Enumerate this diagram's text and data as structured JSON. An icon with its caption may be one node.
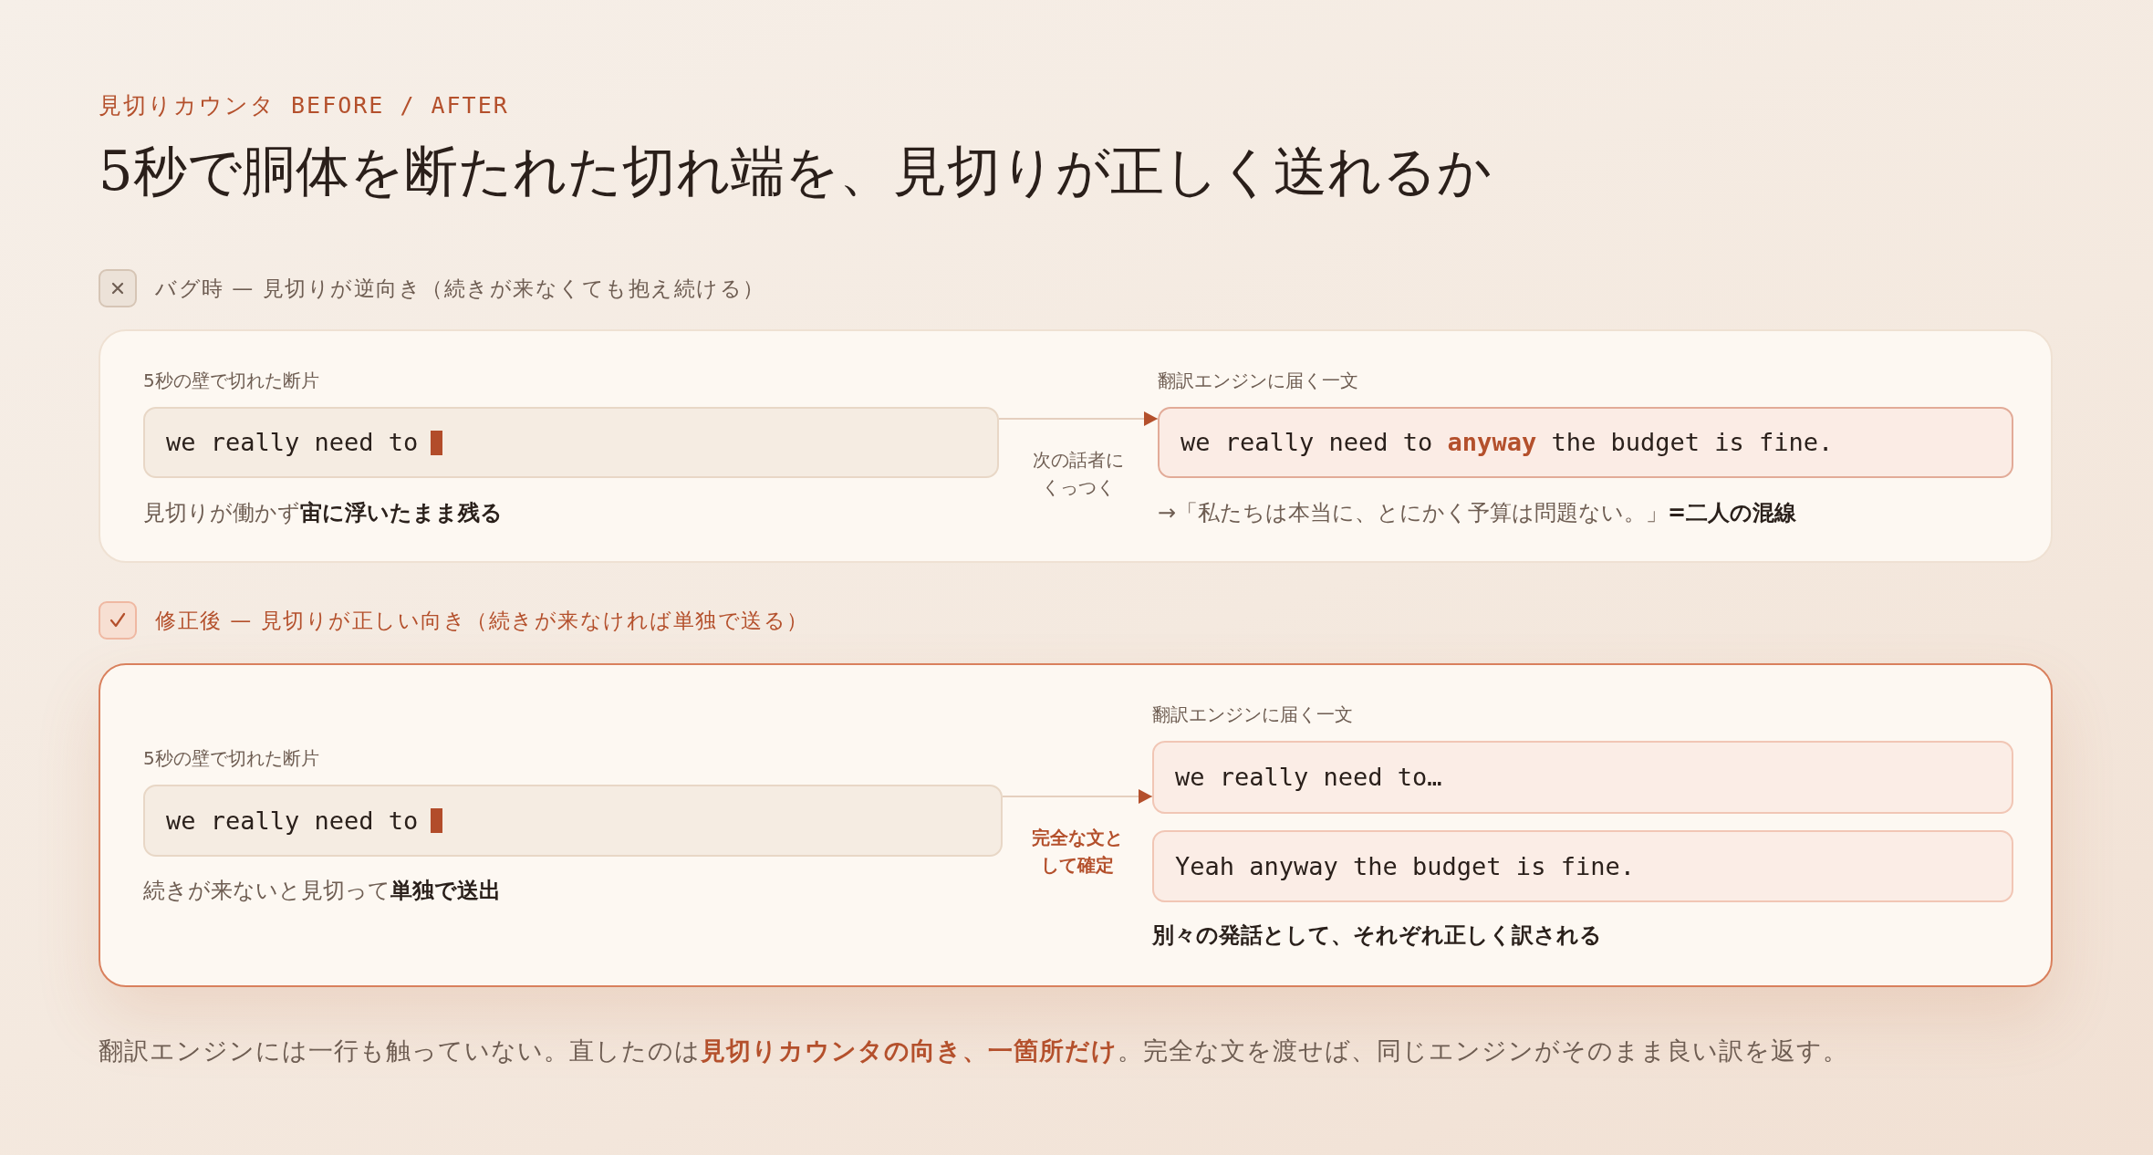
{
  "diagram": {
    "title": "5秒で胴体を断たれた切れ端を、見切りが正しく送れるか",
    "caption": "翻訳エンジンには一行も触っていない。直したのは**見切りカウンタの向き、一箇所だけ**。完全な文を渡せば、同じエンジンがそのまま良い訳を返す。",
    "nodes": [
      {
        "text": [
          "バグ時 — 見切りが逆向き（続きが来なくても抱え続ける）"
        ]
      },
      {
        "text": [
          "5秒の壁で切れた断片",
          "we really need to"
        ],
        "in": 0,
        "beside": [
          "見切りが働かず**宙に浮いたまま残る**"
        ]
      },
      {
        "text": [
          "翻訳エンジンに届く一文",
          "we really need to **anyway** the budget is fine."
        ],
        "in": 0,
        "beside": [
          "→「私たちは本当に、とにかく予算は問題ない。」**=二人の混線**"
        ]
      },
      {
        "text": [
          "修正後 — 見切りが正しい向き（続きが来なければ単独で送る）"
        ]
      },
      {
        "text": [
          "5秒の壁で切れた断片",
          "we really need to"
        ],
        "in": 3,
        "beside": [
          "続きが来ないと見切って**単独で送出**"
        ]
      },
      {
        "text": [
          "翻訳エンジンに届く一文",
          "we really need to…"
        ],
        "in": 3
      },
      {
        "text": [
          "Yeah anyway the budget is fine."
        ],
        "in": 3,
        "beside": [
          "別々の発話として、それぞれ正しく訳される"
        ]
      }
    ],
    "edges": [
      {
        "from": 1,
        "to": 2,
        "arrow": "to",
        "label": "次の話者にくっつく"
      },
      {
        "from": 4,
        "to": 5,
        "arrow": "to",
        "label": "完全な文として確定"
      }
    ],
    "labels": [
      "見切りカウンタ BEFORE / AFTER"
    ]
  }
}
